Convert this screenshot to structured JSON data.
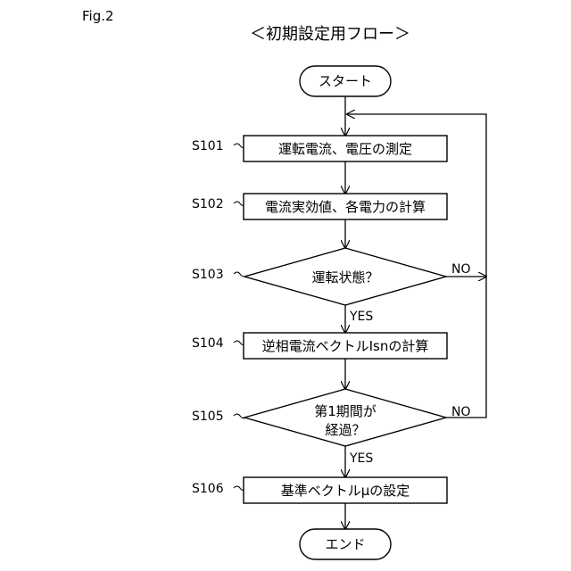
{
  "figure_label": "Fig.2",
  "title": "＜初期設定用フロー＞",
  "terminals": {
    "start": "スタート",
    "end": "エンド"
  },
  "steps": [
    {
      "id": "S101",
      "text": "運転電流、電圧の測定"
    },
    {
      "id": "S102",
      "text": "電流実効値、各電力の計算"
    },
    {
      "id": "S104",
      "text": "逆相電流ベクトルIsnの計算"
    },
    {
      "id": "S106",
      "text": "基準ベクトルμの設定"
    }
  ],
  "decisions": [
    {
      "id": "S103",
      "lines": [
        "運転状態？"
      ],
      "yes": "YES",
      "no": "NO"
    },
    {
      "id": "S105",
      "lines": [
        "第1期間が",
        "経過？"
      ],
      "yes": "YES",
      "no": "NO"
    }
  ]
}
